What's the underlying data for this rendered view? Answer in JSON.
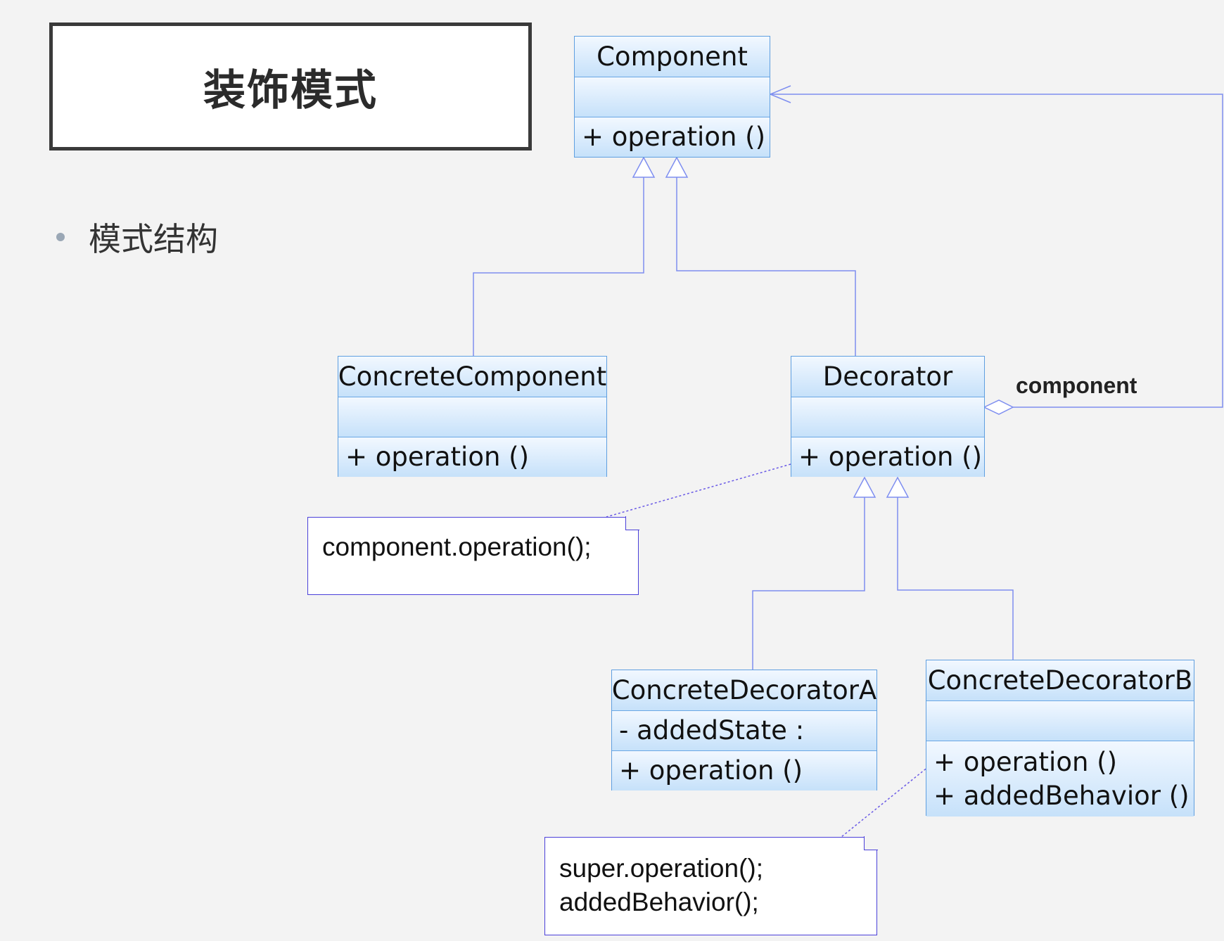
{
  "title": "装饰模式",
  "bullet": "模式结构",
  "classes": {
    "component": {
      "name": "Component",
      "attributes": "",
      "operations": [
        "+  operation ()"
      ]
    },
    "concrete_component": {
      "name": "ConcreteComponent",
      "attributes": "",
      "operations": [
        "+  operation ()"
      ]
    },
    "decorator": {
      "name": "Decorator",
      "attributes": "",
      "operations": [
        "+  operation ()"
      ]
    },
    "concrete_decorator_a": {
      "name": "ConcreteDecoratorA",
      "attributes": "-  addedState  :",
      "operations": [
        "+  operation ()"
      ]
    },
    "concrete_decorator_b": {
      "name": "ConcreteDecoratorB",
      "attributes": "",
      "operations": [
        "+  operation ()",
        "+  addedBehavior ()"
      ]
    }
  },
  "notes": {
    "decorator_note": [
      "component.operation();"
    ],
    "decorator_b_note": [
      "super.operation();",
      "addedBehavior();"
    ]
  },
  "association_label": "component",
  "colors": {
    "line": "#7e8ef0",
    "class_border": "#5f9fe0",
    "note_border": "#4a3fd9"
  }
}
